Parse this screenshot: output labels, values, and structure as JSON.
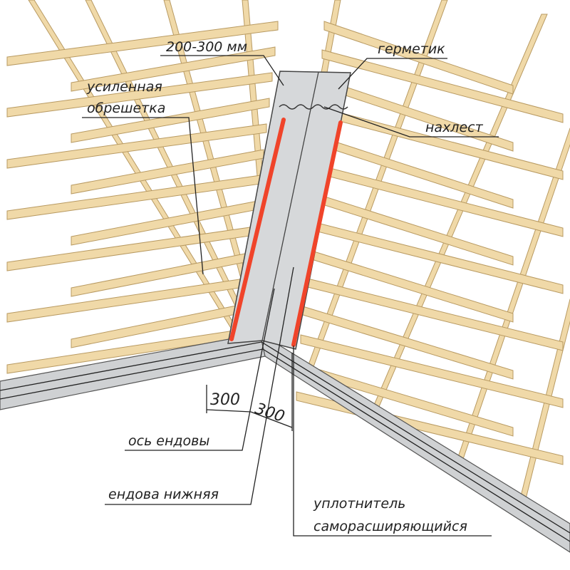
{
  "labels": {
    "width_range": "200-300 мм",
    "sealant": "герметик",
    "reinforced_lathing_line1": "усиленная",
    "reinforced_lathing_line2": "обрешетка",
    "overlap": "нахлест",
    "dim_left": "300",
    "dim_right": "300",
    "valley_axis": "ось ендовы",
    "lower_valley": "ендова нижняя",
    "seal_line1": "уплотнитель",
    "seal_line2": "саморасширяющийся"
  },
  "colors": {
    "wood": "#f0d9a8",
    "wood_edge": "#b89a62",
    "metal": "#d4d6d8",
    "metal_edge": "#555",
    "seal_strip": "#f0442a"
  }
}
